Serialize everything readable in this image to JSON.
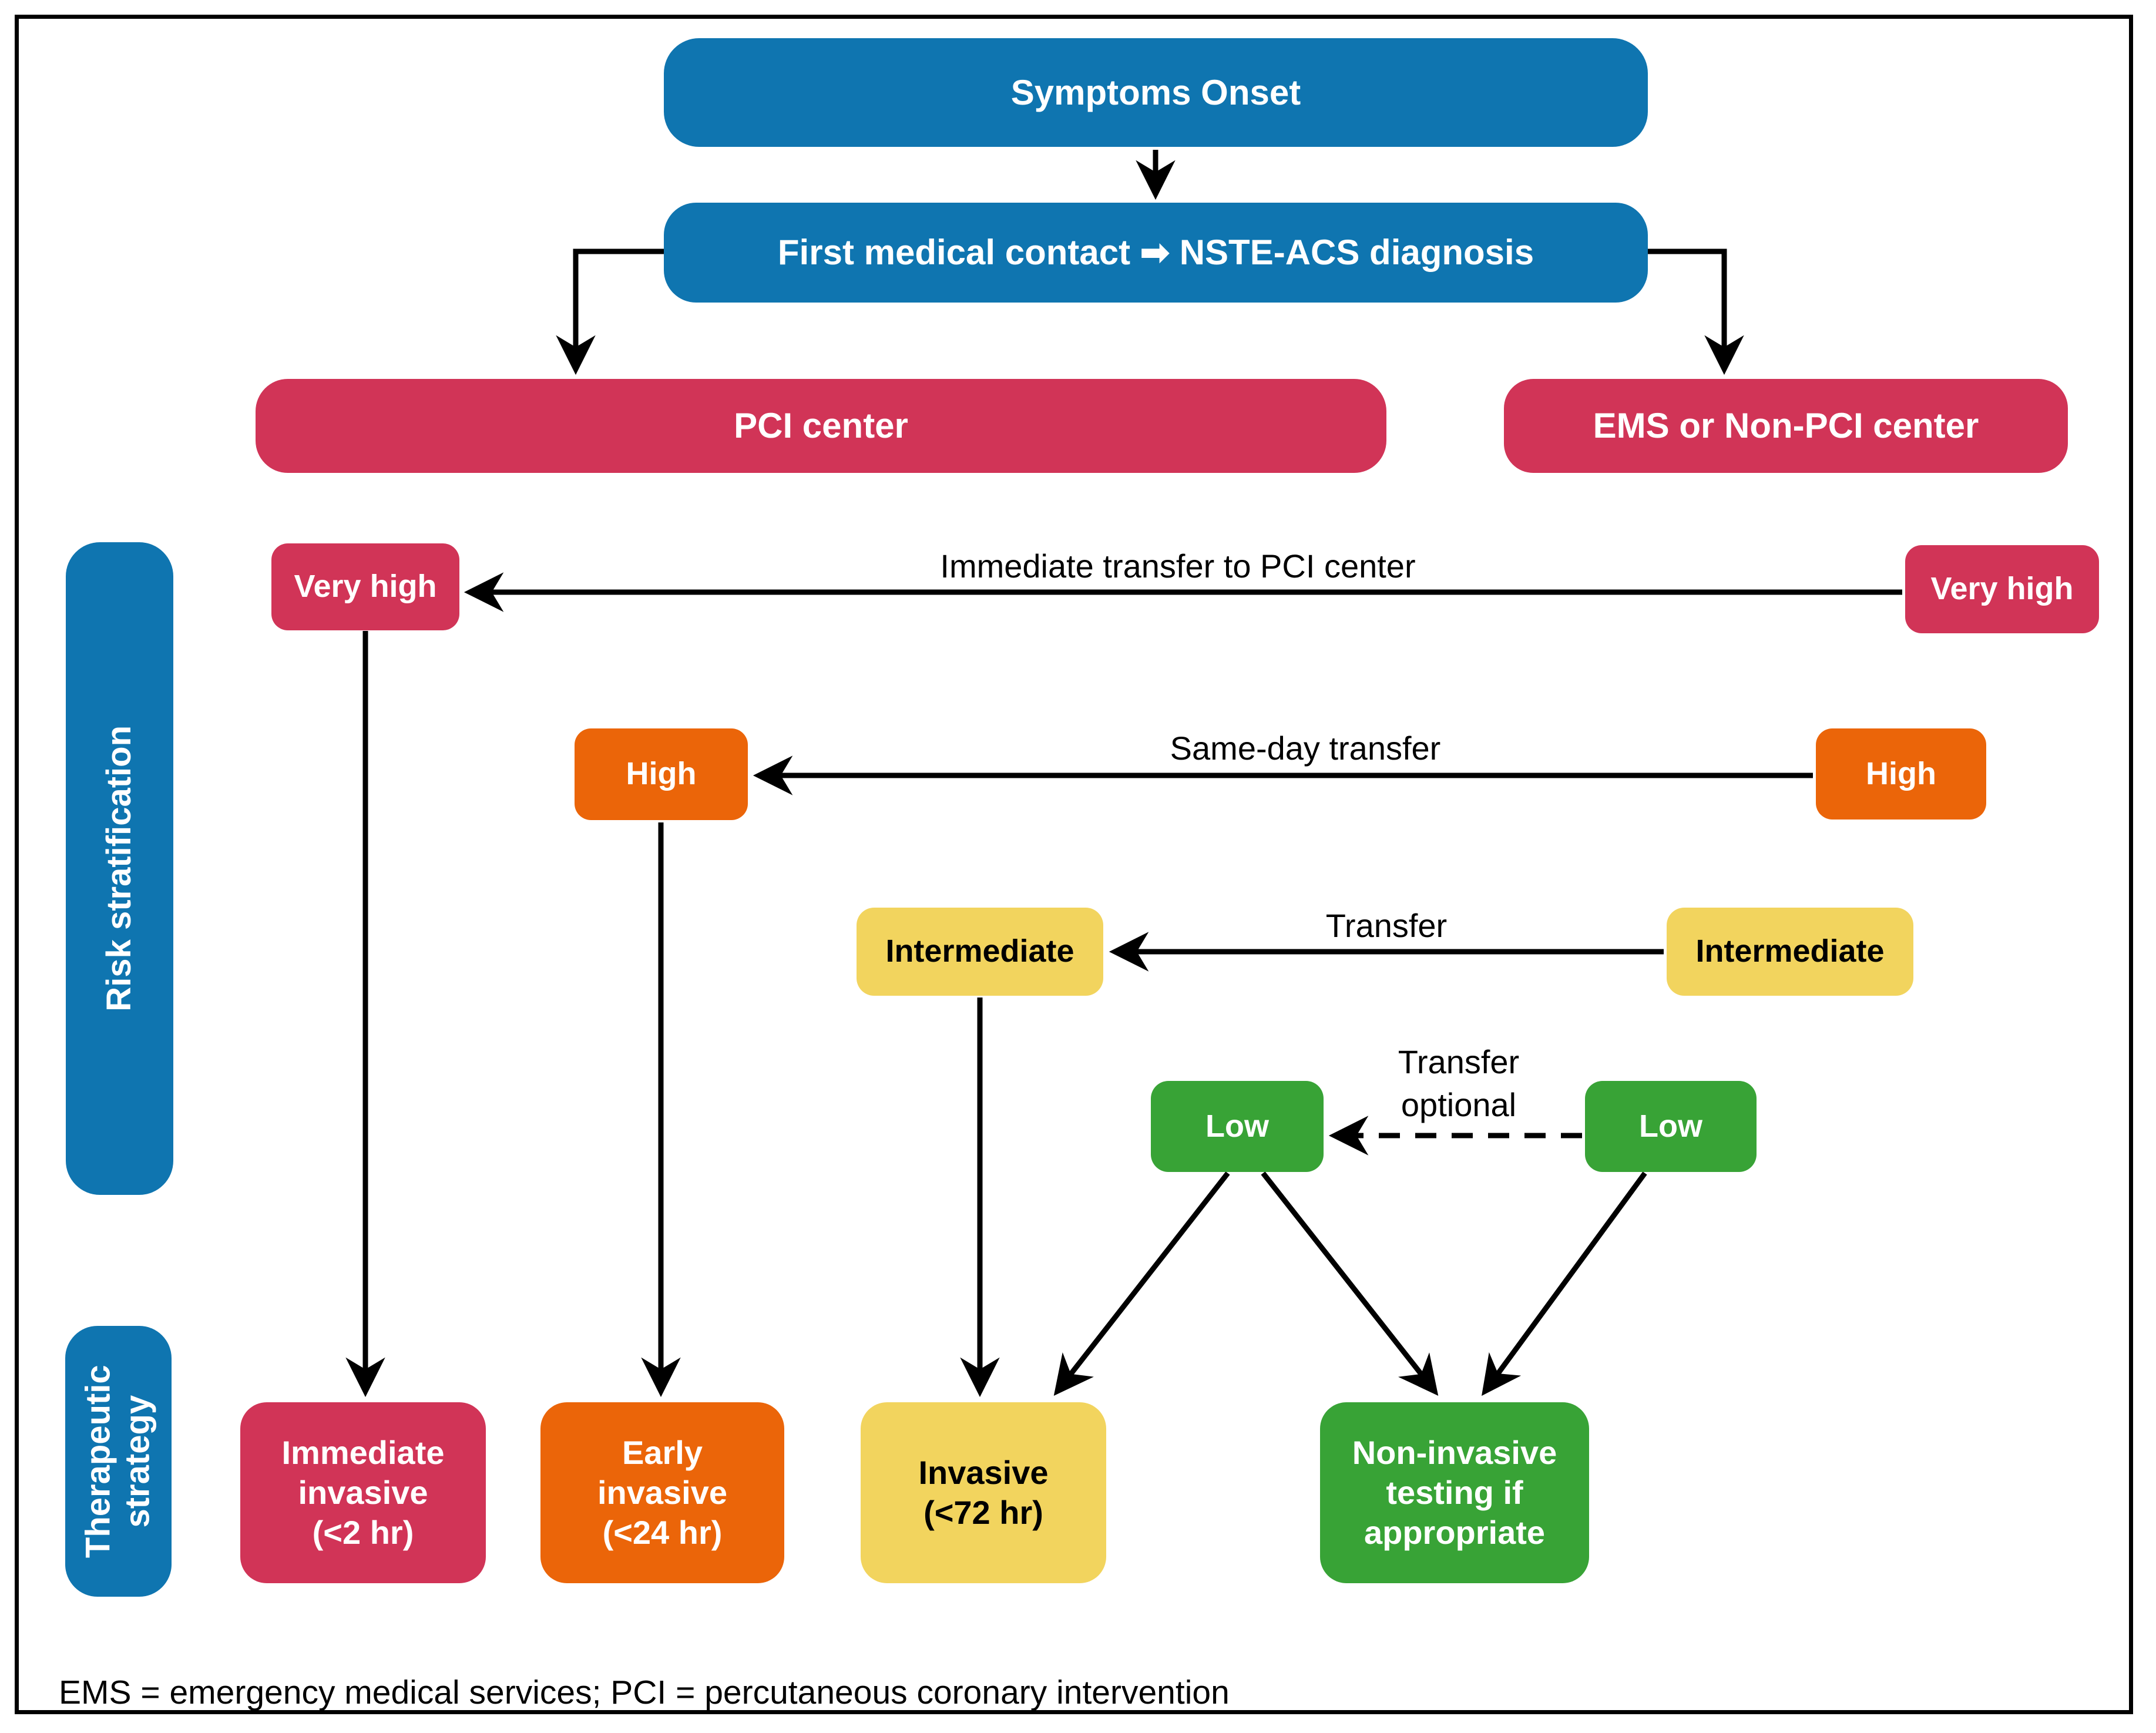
{
  "colors": {
    "background": "#ffffff",
    "blue": "#0f75b0",
    "pink": "#d13457",
    "orange": "#eb6509",
    "yellow": "#f2d45e",
    "green": "#38a336",
    "line": "#000000"
  },
  "flow": {
    "symptoms_onset": "Symptoms Onset",
    "first_contact": "First medical contact ➡ NSTE-ACS diagnosis",
    "pci_center": "PCI center",
    "ems_center": "EMS or Non-PCI center"
  },
  "sections": {
    "risk_label": "Risk stratification",
    "therapy_lines": [
      "Therapeutic",
      "strategy"
    ]
  },
  "risk": {
    "levels": [
      "Very high",
      "High",
      "Intermediate",
      "Low"
    ]
  },
  "transfers": {
    "very_high": "Immediate transfer to PCI center",
    "high": "Same-day transfer",
    "intermediate": "Transfer",
    "low_lines": [
      "Transfer",
      "optional"
    ]
  },
  "strategies": [
    {
      "lines": [
        "Immediate",
        "invasive",
        "(<2 hr)"
      ]
    },
    {
      "lines": [
        "Early",
        "invasive",
        "(<24 hr)"
      ]
    },
    {
      "lines": [
        "Invasive",
        "(<72 hr)"
      ]
    },
    {
      "lines": [
        "Non-invasive",
        "testing if",
        "appropriate"
      ]
    }
  ],
  "footer": {
    "abbreviations": "EMS = emergency medical services; PCI = percutaneous coronary intervention"
  }
}
